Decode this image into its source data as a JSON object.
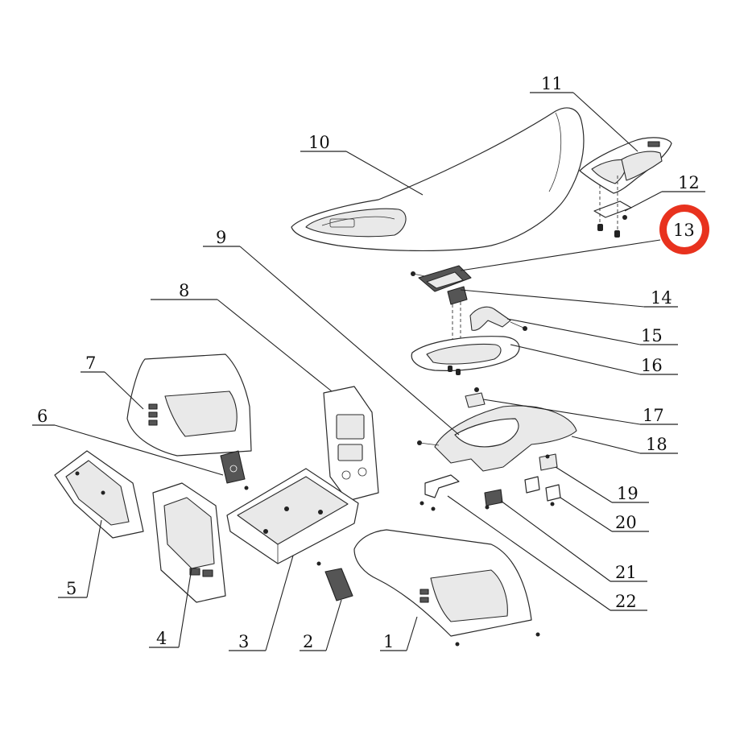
{
  "diagram": {
    "highlight_color": "#e8321e",
    "highlighted_part": "13",
    "callouts": [
      {
        "id": "p1",
        "label": "1"
      },
      {
        "id": "p2",
        "label": "2"
      },
      {
        "id": "p3",
        "label": "3"
      },
      {
        "id": "p4",
        "label": "4"
      },
      {
        "id": "p5",
        "label": "5"
      },
      {
        "id": "p6",
        "label": "6"
      },
      {
        "id": "p7",
        "label": "7"
      },
      {
        "id": "p8",
        "label": "8"
      },
      {
        "id": "p9",
        "label": "9"
      },
      {
        "id": "p10",
        "label": "10"
      },
      {
        "id": "p11",
        "label": "11"
      },
      {
        "id": "p12",
        "label": "12"
      },
      {
        "id": "p13",
        "label": "13"
      },
      {
        "id": "p14",
        "label": "14"
      },
      {
        "id": "p15",
        "label": "15"
      },
      {
        "id": "p16",
        "label": "16"
      },
      {
        "id": "p17",
        "label": "17"
      },
      {
        "id": "p18",
        "label": "18"
      },
      {
        "id": "p19",
        "label": "19"
      },
      {
        "id": "p20",
        "label": "20"
      },
      {
        "id": "p21",
        "label": "21"
      },
      {
        "id": "p22",
        "label": "22"
      }
    ]
  }
}
